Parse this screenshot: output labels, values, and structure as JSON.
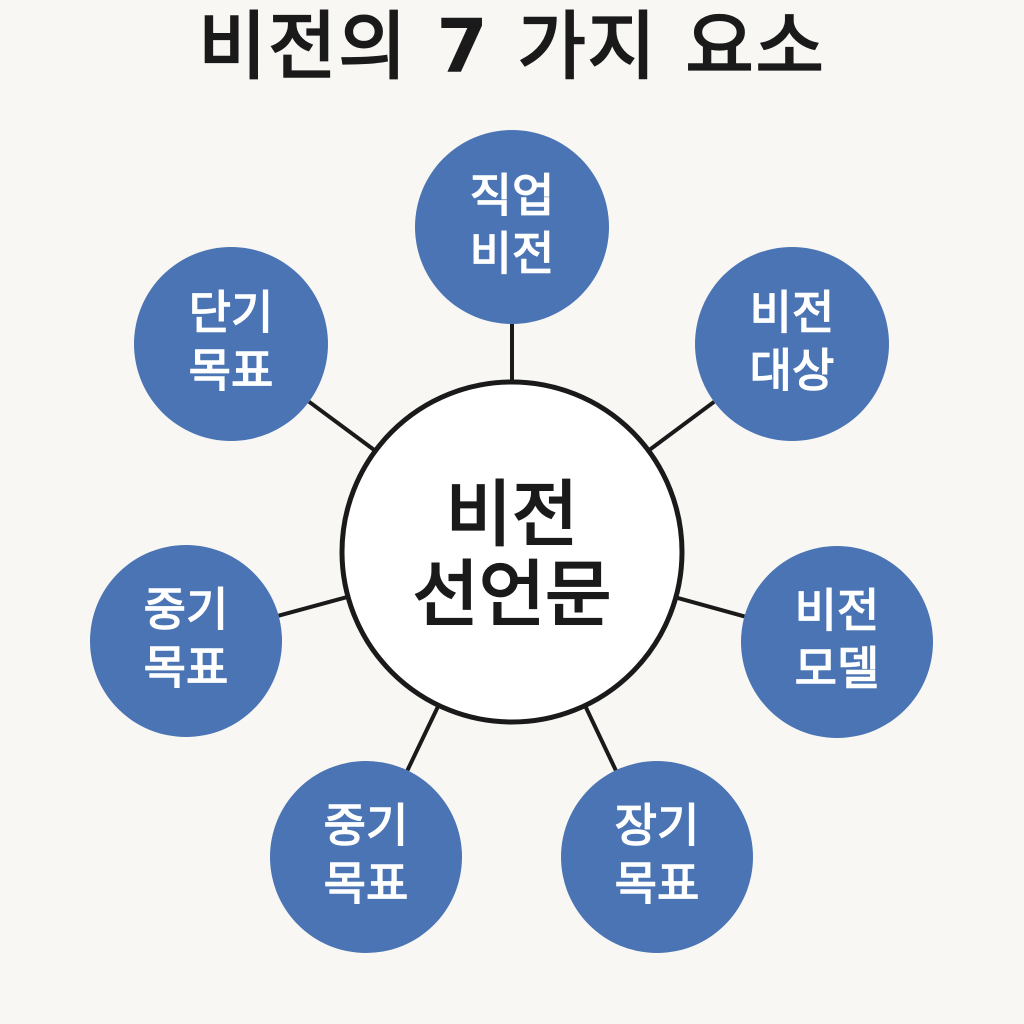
{
  "title": "비전의 7 가지 요소",
  "center": {
    "lines": [
      "비전",
      "선언문"
    ]
  },
  "nodes": [
    {
      "lines": [
        "직업",
        "비전"
      ]
    },
    {
      "lines": [
        "비전",
        "대상"
      ]
    },
    {
      "lines": [
        "비전",
        "모델"
      ]
    },
    {
      "lines": [
        "장기",
        "목표"
      ]
    },
    {
      "lines": [
        "중기",
        "목표"
      ]
    },
    {
      "lines": [
        "중기",
        "목표"
      ]
    },
    {
      "lines": [
        "단기",
        "목표"
      ]
    }
  ],
  "colors": {
    "node_fill": "#4a74b4",
    "node_text": "#ffffff",
    "center_fill": "#ffffff",
    "center_stroke": "#1a1a1a",
    "center_text": "#1a1a1a",
    "connector": "#1a1a1a"
  }
}
